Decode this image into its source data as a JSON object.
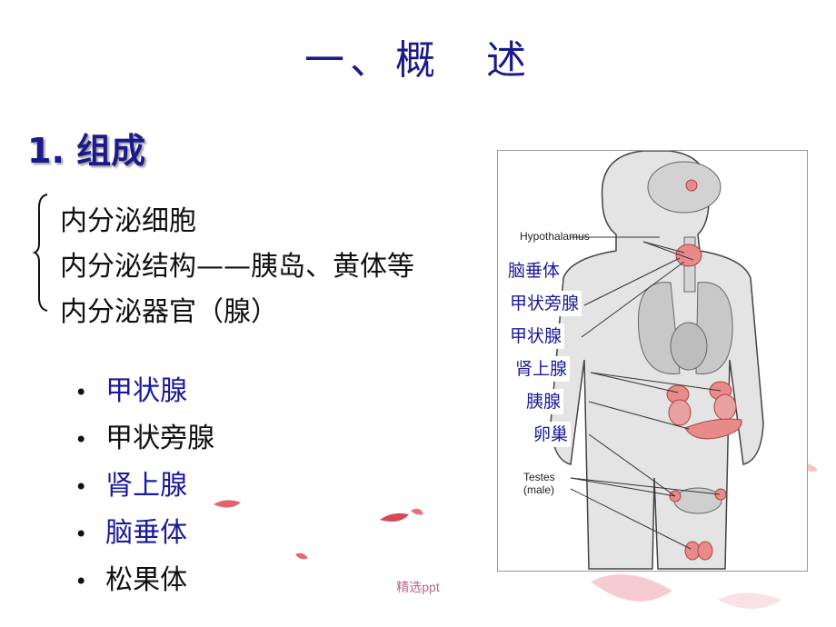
{
  "slide": {
    "title": "一、概　述",
    "subtitle": "1. 组成",
    "components": [
      "内分泌细胞",
      "内分泌结构——胰岛、黄体等",
      "内分泌器官（腺）"
    ],
    "glands": [
      {
        "text": "甲状腺",
        "color": "#1a1a9c"
      },
      {
        "text": "甲状旁腺",
        "color": "#111111"
      },
      {
        "text": "肾上腺",
        "color": "#1a1a9c"
      },
      {
        "text": "脑垂体",
        "color": "#1a1a9c"
      },
      {
        "text": "松果体",
        "color": "#111111"
      }
    ],
    "bullet_glyph": "•",
    "footer": "精选ppt"
  },
  "diagram": {
    "english_labels": {
      "hypothalamus": "Hypothalamus",
      "testes": "Testes",
      "testes_note": "(male)"
    },
    "chinese_labels": [
      "脑垂体",
      "甲状旁腺",
      "甲状腺",
      "肾上腺",
      "胰腺",
      "卵巢"
    ],
    "colors": {
      "organ_gray": "#c8c8c8",
      "gland_pink": "#e88a8a",
      "outline": "#444444"
    }
  }
}
